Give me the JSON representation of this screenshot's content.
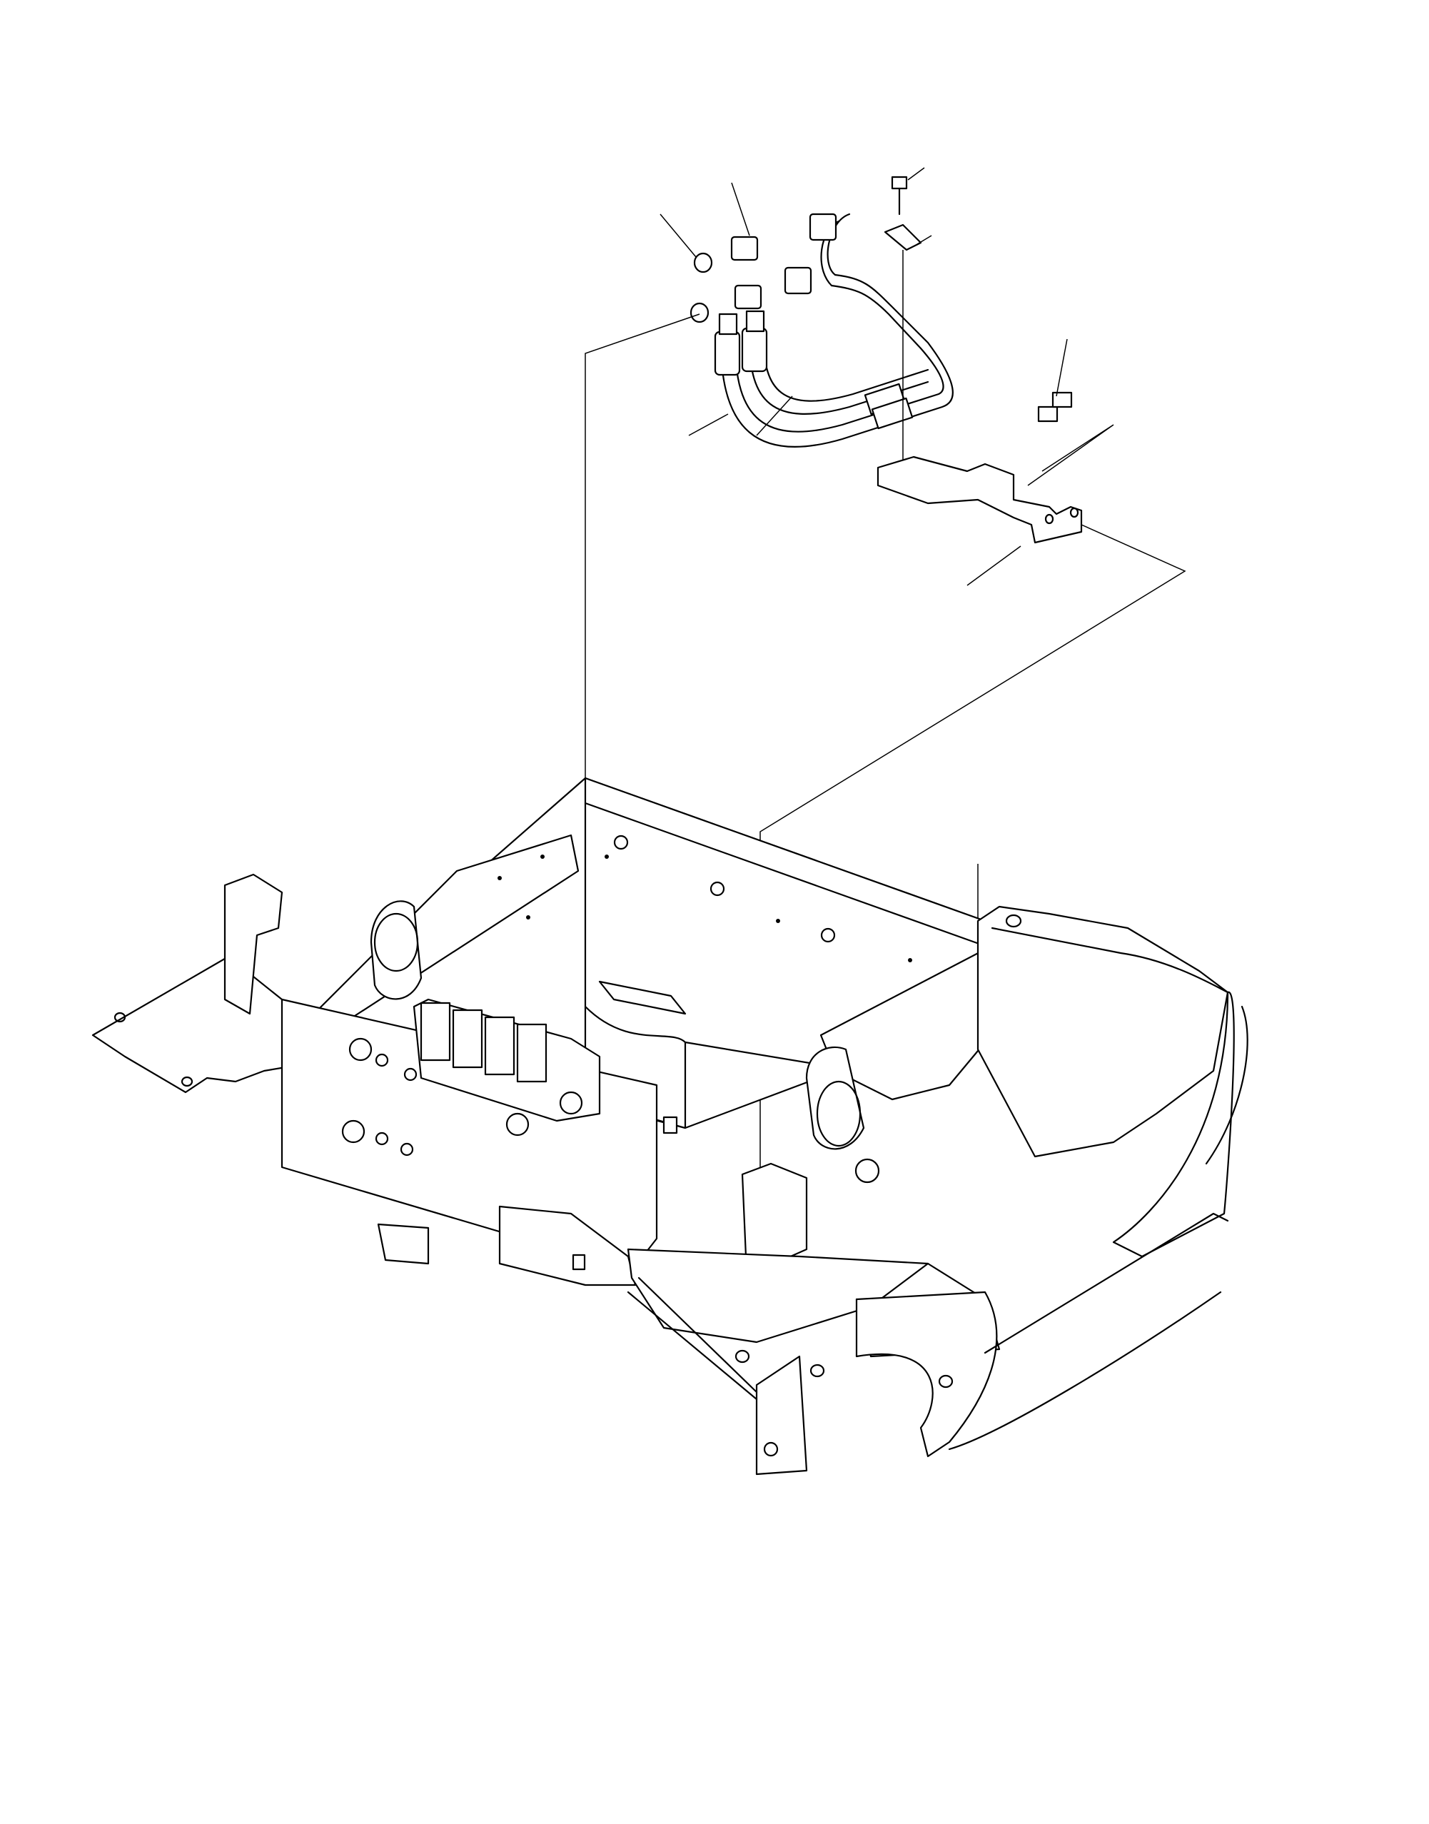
{
  "drawing": {
    "type": "exploded-parts-diagram",
    "leaders": [
      "hose",
      "hose",
      "fitting",
      "o-ring",
      "bolt",
      "clamp",
      "bolt",
      "bracket"
    ]
  }
}
